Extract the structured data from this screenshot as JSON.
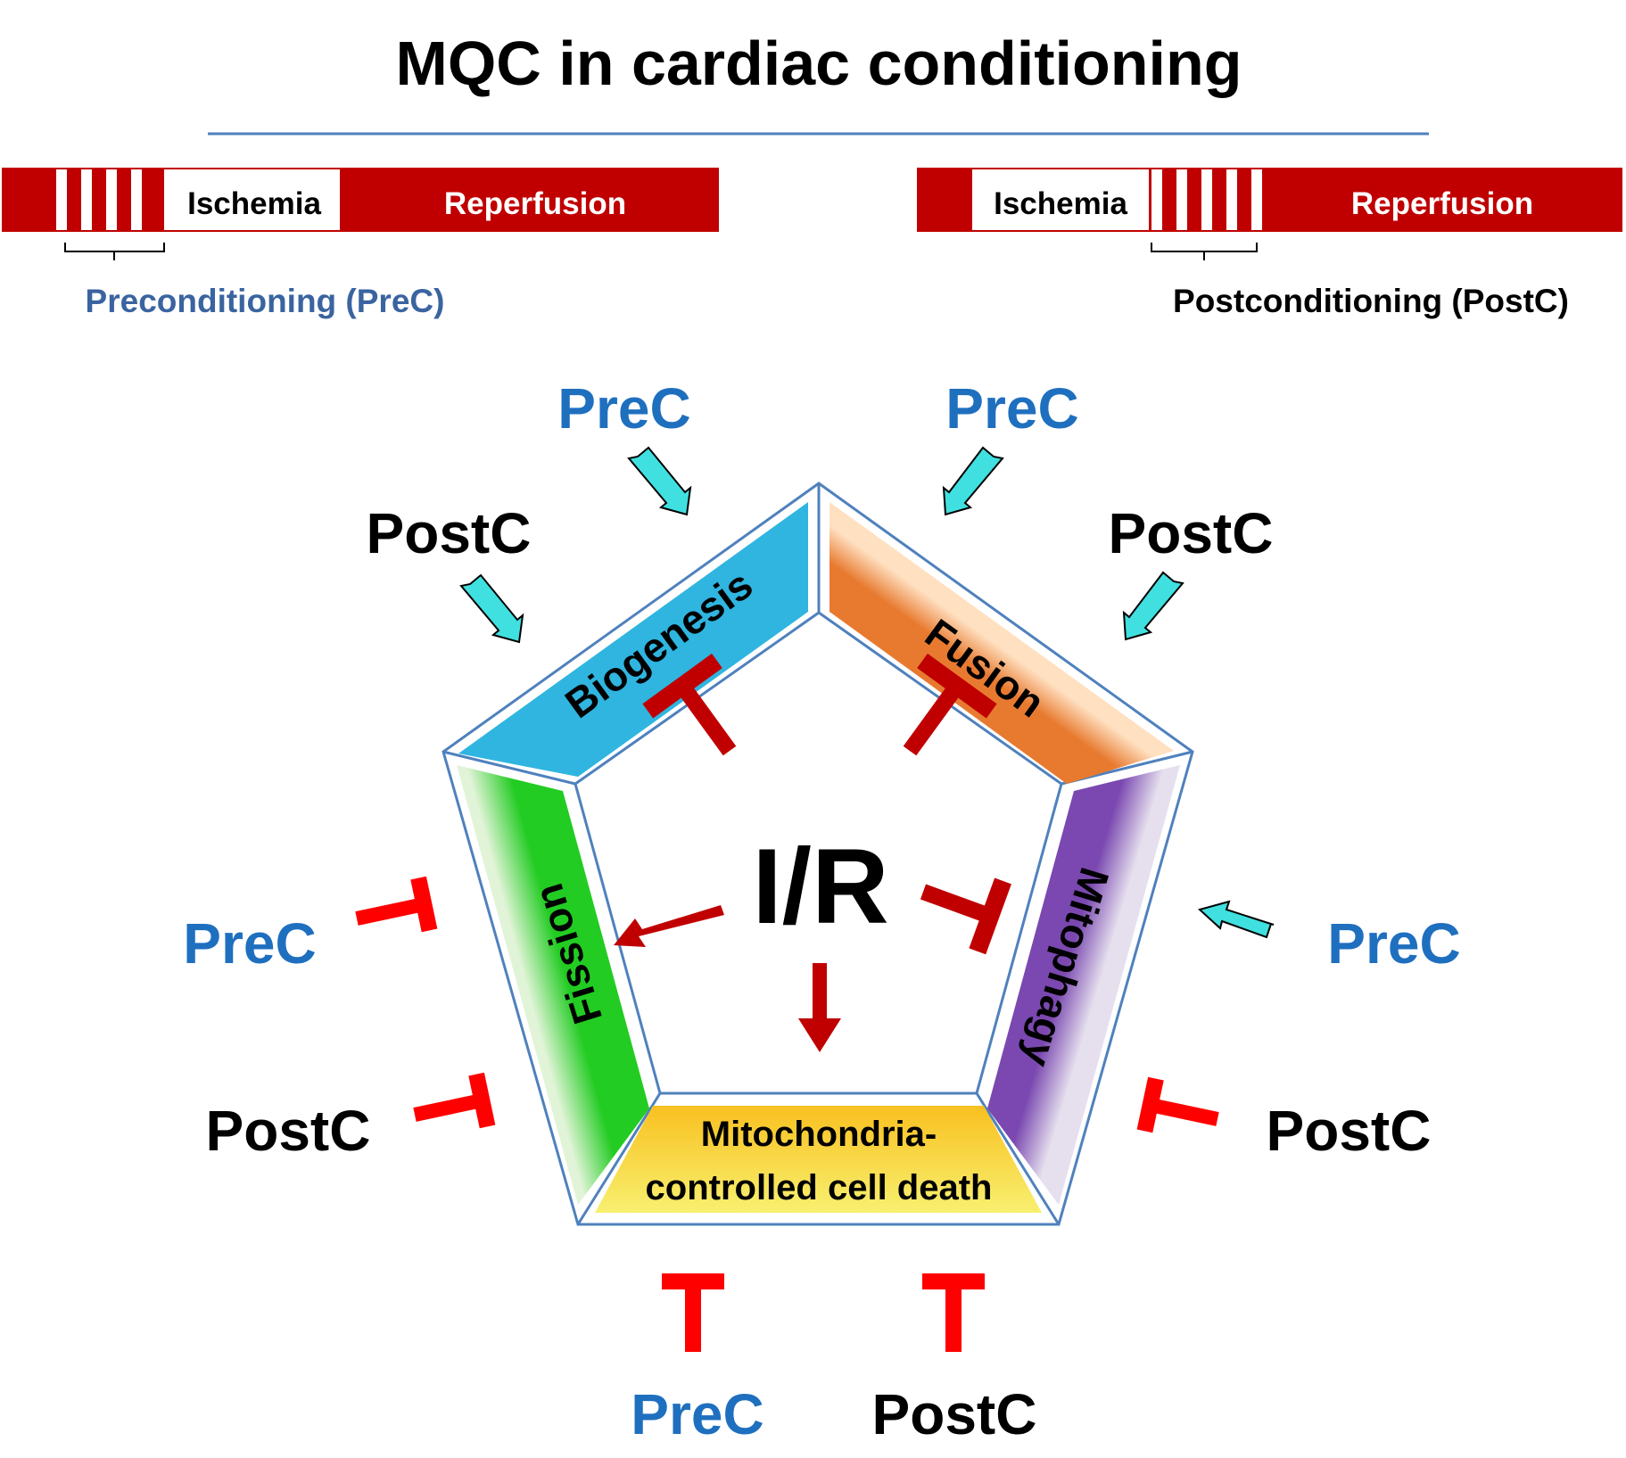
{
  "title": "MQC in cardiac conditioning",
  "timelines": {
    "pre": {
      "ischemia": "Ischemia",
      "reperfusion": "Reperfusion",
      "label": "Preconditioning (PreC)"
    },
    "post": {
      "ischemia": "Ischemia",
      "reperfusion": "Reperfusion",
      "label": "Postconditioning (PostC)"
    }
  },
  "center_label": "I/R",
  "segments": {
    "biogenesis": "Biogenesis",
    "fusion": "Fusion",
    "mitophagy": "Mitophagy",
    "fission": "Fission",
    "death_line1": "Mitochondria-",
    "death_line2": "controlled cell death"
  },
  "conditioning": {
    "prec": "PreC",
    "postc": "PostC"
  },
  "colors": {
    "timeline_red": "#c00000",
    "inhibit_red": "#ff0000",
    "ir_red": "#c00000",
    "prec_blue": "#1f6fbf",
    "arrow_cyan": "#40e0e0",
    "pentagon_outline": "#4f81bd",
    "biogenesis": "#3fd8ea",
    "fusion": "#f0a060",
    "mitophagy": "#9a7cc0",
    "fission": "#5fd84f",
    "death": "#f5e04a"
  }
}
